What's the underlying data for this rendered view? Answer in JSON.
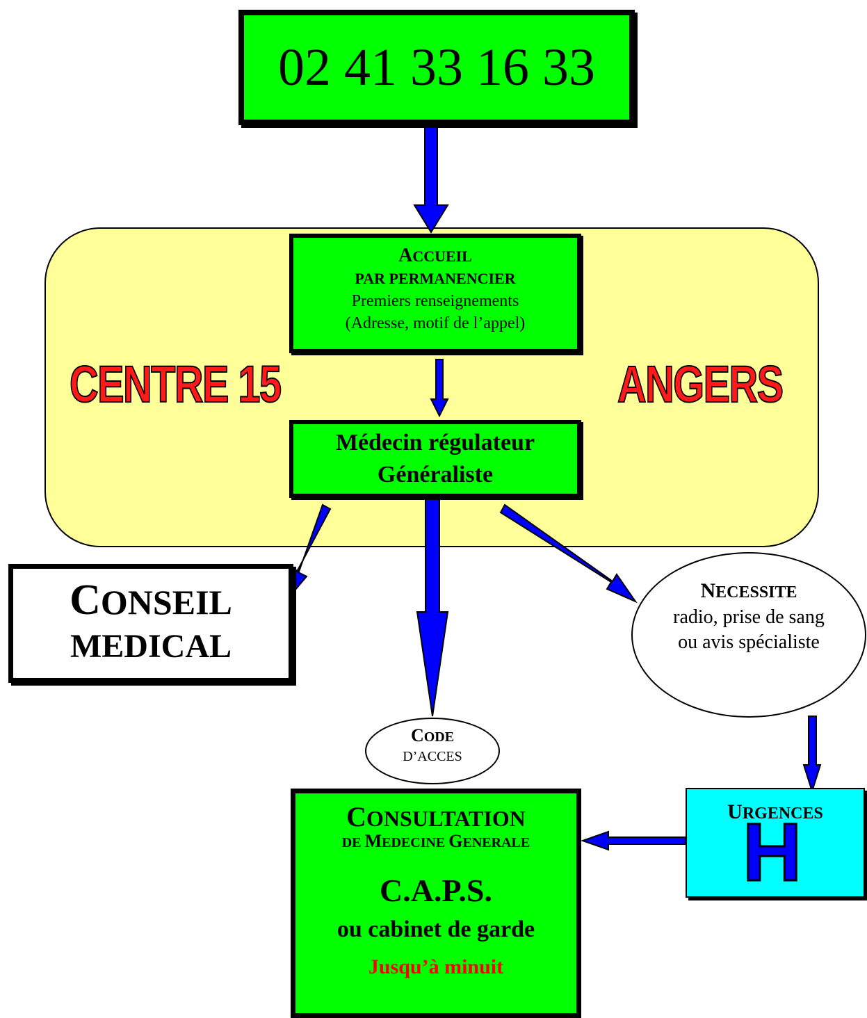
{
  "phone": "02 41 33 16 33",
  "centre": {
    "left_label": "CENTRE 15",
    "right_label": "ANGERS"
  },
  "accueil": {
    "line1_cap": "A",
    "line1_rest": "CCUEIL",
    "line2": "PAR PERMANENCIER",
    "line3": "Premiers renseignements",
    "line4": "(Adresse, motif de l’appel)"
  },
  "regulateur": {
    "line1": "Médecin régulateur",
    "line2": "Généraliste"
  },
  "conseil": {
    "line1_cap": "C",
    "line1_rest": "ONSEIL",
    "line2": "MEDICAL"
  },
  "necessite": {
    "line1_cap": "N",
    "line1_rest": "ECESSITE",
    "line2": "radio, prise de sang",
    "line3": "ou avis spécialiste"
  },
  "code": {
    "line1_cap": "C",
    "line1_rest": "ODE",
    "line2": "D’ACCES"
  },
  "consultation": {
    "line1_cap": "C",
    "line1_rest": "ONSULTATION",
    "line2_a": "DE ",
    "line2_b_cap": "M",
    "line2_b_rest": "EDECINE ",
    "line2_c_cap": "G",
    "line2_c_rest": "ENERALE",
    "line3": "C.A.P.S.",
    "line4": "ou cabinet de garde",
    "line5": "Jusqu’à minuit"
  },
  "urgences": {
    "label_cap": "U",
    "label_rest": "RGENCES",
    "icon": "hospital-h-icon",
    "icon_glyph": "H"
  },
  "colors": {
    "green_box": "#00ff00",
    "yellow_centre": "#ffff99",
    "arrow_blue": "#0000ff",
    "title_red": "#ff1a1a",
    "urgences_cyan": "#00ffff"
  }
}
